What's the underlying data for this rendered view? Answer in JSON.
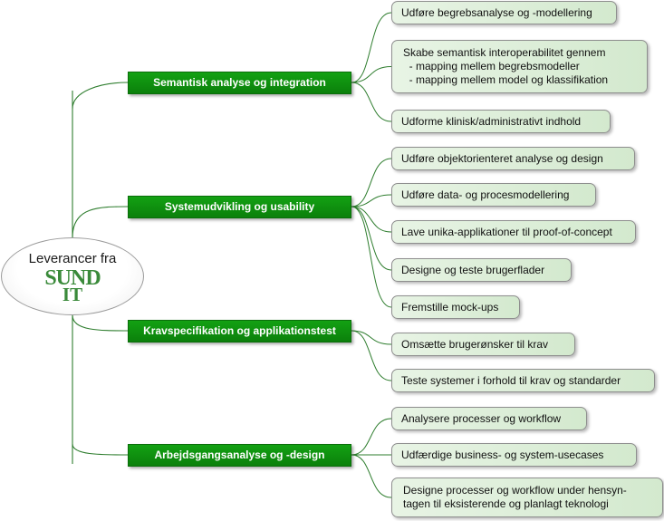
{
  "diagram": {
    "root": {
      "label": "Leverancer fra",
      "logo_top": "SUND",
      "logo_bottom": "IT"
    },
    "branches": [
      {
        "label": "Semantisk analyse og integration",
        "leaves": [
          {
            "lines": [
              "Udføre begrebsanalyse og -modellering"
            ]
          },
          {
            "lines": [
              "Skabe semantisk interoperabilitet gennem",
              "  - mapping mellem begrebsmodeller",
              "  - mapping mellem model og klassifikation"
            ]
          },
          {
            "lines": [
              "Udforme klinisk/administrativt indhold"
            ]
          }
        ]
      },
      {
        "label": "Systemudvikling og usability",
        "leaves": [
          {
            "lines": [
              "Udføre objektorienteret analyse og design"
            ]
          },
          {
            "lines": [
              "Udføre data- og procesmodellering"
            ]
          },
          {
            "lines": [
              "Lave unika-applikationer til proof-of-concept"
            ]
          },
          {
            "lines": [
              "Designe og teste brugerflader"
            ]
          },
          {
            "lines": [
              "Fremstille mock-ups"
            ]
          }
        ]
      },
      {
        "label": "Kravspecifikation og applikationstest",
        "leaves": [
          {
            "lines": [
              "Omsætte brugerønsker til krav"
            ]
          },
          {
            "lines": [
              "Teste systemer i forhold til krav og standarder"
            ]
          }
        ]
      },
      {
        "label": "Arbejdsgangsanalyse og -design",
        "leaves": [
          {
            "lines": [
              "Analysere processer og workflow"
            ]
          },
          {
            "lines": [
              "Udfærdige business- og system-usecases"
            ]
          },
          {
            "lines": [
              "Designe processer og workflow under hensyn-",
              "tagen til eksisterende og planlagt teknologi"
            ]
          }
        ]
      }
    ]
  },
  "colors": {
    "branch": "#0d8f0d",
    "line": "#2e7d2e",
    "leaf_fill": "#dcefd8",
    "logo": "#3a8a3a"
  }
}
